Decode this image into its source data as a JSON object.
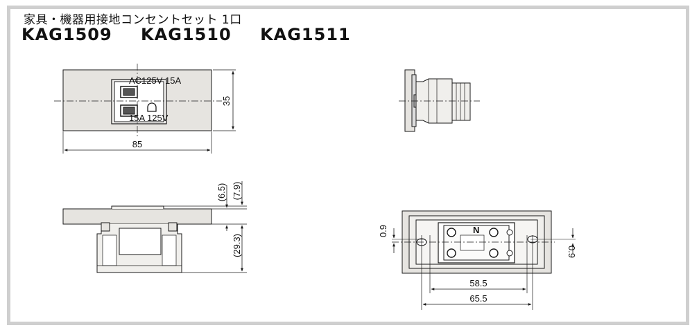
{
  "header": {
    "subtitle": "家具・機器用接地コンセントセット 1口",
    "models": [
      "KAG1509",
      "KAG1510",
      "KAG1511"
    ]
  },
  "front_view": {
    "width_dim": "85",
    "height_dim": "35",
    "label_top": "AC125V 15A",
    "label_bottom": "15A 125V"
  },
  "side_section_view": {
    "dim_a": "(6.5)",
    "dim_b": "(7.9)",
    "dim_depth": "(29.3)"
  },
  "rear_view": {
    "offset_left": "0.9",
    "offset_right": "0.9",
    "pitch_inner": "58.5",
    "pitch_outer": "65.5",
    "terminal_mark": "N"
  },
  "colors": {
    "line": "#1a1a1a",
    "frame": "#cfcfcf",
    "body_fill": "#e6e4e0"
  }
}
